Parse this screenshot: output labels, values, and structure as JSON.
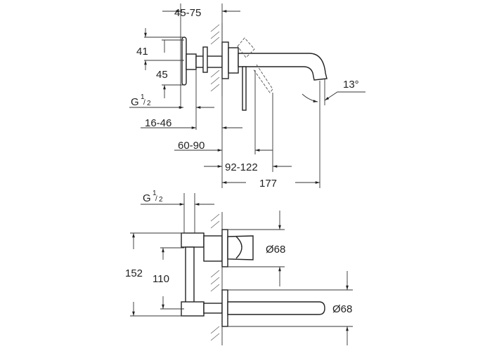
{
  "top_view": {
    "dim_wall_depth": "45-75",
    "dim_height_upper": "41",
    "dim_height_lower": "45",
    "thread_label": "G",
    "thread_fraction_num": "1",
    "thread_fraction_den": "2",
    "dim_rosette": "16-46",
    "dim_lever": "60-90",
    "dim_lever_swing": "92-122",
    "dim_spout_length": "177",
    "spout_angle": "13°"
  },
  "bottom_view": {
    "thread_label": "G",
    "thread_fraction_num": "1",
    "thread_fraction_den": "2",
    "dim_total_height": "152",
    "dim_axis_distance": "110",
    "dia_handle_rosette": "Ø68",
    "dia_spout_rosette": "Ø68"
  }
}
